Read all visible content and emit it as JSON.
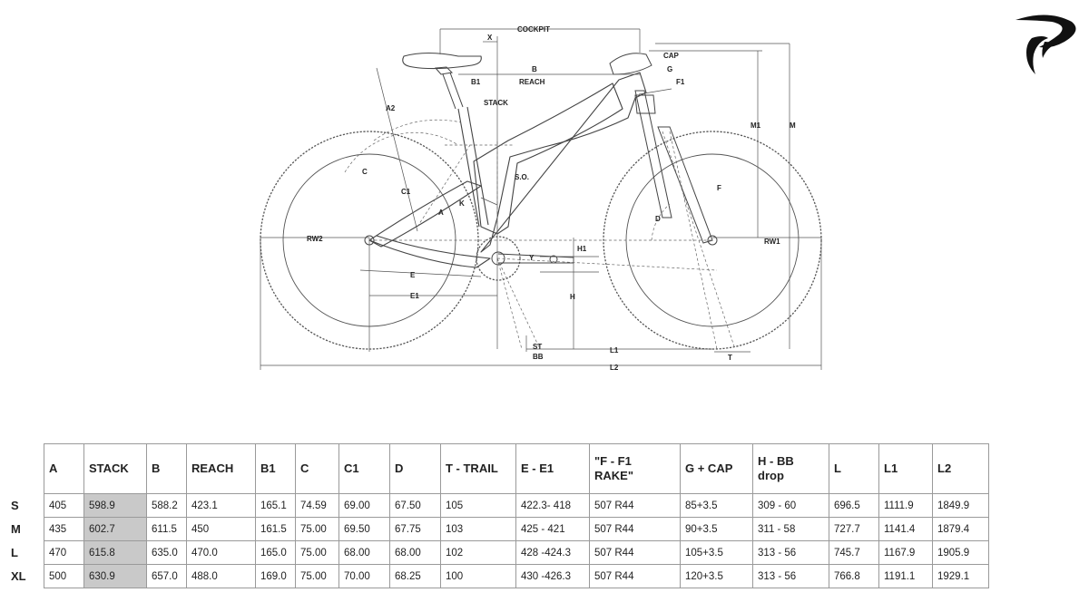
{
  "diagram": {
    "labels": {
      "cockpit": "COCKPIT",
      "x": "X",
      "cap": "CAP",
      "b": "B",
      "b1": "B1",
      "reach": "REACH",
      "g": "G",
      "f1": "F1",
      "stack": "STACK",
      "a2": "A2",
      "m1": "M1",
      "m": "M",
      "so": "S.O.",
      "c": "C",
      "c1": "C1",
      "k": "K",
      "a": "A",
      "f": "F",
      "d": "D",
      "rw2": "RW2",
      "rw1": "RW1",
      "h1": "H1",
      "y": "Y",
      "e": "E",
      "h": "H",
      "e1": "E1",
      "st": "ST",
      "bb": "BB",
      "l1": "L1",
      "t": "T",
      "l2": "L2"
    }
  },
  "table": {
    "headers": [
      "A",
      "STACK",
      "B",
      "REACH",
      "B1",
      "C",
      "C1",
      "D",
      "T - TRAIL",
      "E - E1",
      "\"F - F1\nRAKE\"",
      "G + CAP",
      "H - BB\ndrop",
      "L",
      "L1",
      "L2"
    ],
    "rows": [
      {
        "size": "S",
        "cells": [
          "405",
          "598.9",
          "588.2",
          "423.1",
          "165.1",
          "74.59",
          "69.00",
          "67.50",
          "105",
          "422.3- 418",
          "507 R44",
          "85+3.5",
          "309 - 60",
          "696.5",
          "1111.9",
          "1849.9"
        ]
      },
      {
        "size": "M",
        "cells": [
          "435",
          "602.7",
          "611.5",
          "450",
          "161.5",
          "75.00",
          "69.50",
          "67.75",
          "103",
          "425 - 421",
          "507 R44",
          "90+3.5",
          "311 - 58",
          "727.7",
          "1141.4",
          "1879.4"
        ]
      },
      {
        "size": "L",
        "cells": [
          "470",
          "615.8",
          "635.0",
          "470.0",
          "165.0",
          "75.00",
          "68.00",
          "68.00",
          "102",
          "428 -424.3",
          "507 R44",
          "105+3.5",
          "313 - 56",
          "745.7",
          "1167.9",
          "1905.9"
        ]
      },
      {
        "size": "XL",
        "cells": [
          "500",
          "630.9",
          "657.0",
          "488.0",
          "169.0",
          "75.00",
          "70.00",
          "68.25",
          "100",
          "430 -426.3",
          "507 R44",
          "120+3.5",
          "313 - 56",
          "766.8",
          "1191.1",
          "1929.1"
        ]
      }
    ],
    "highlight_column": 1,
    "highlight_color": "#c9c9c9"
  }
}
